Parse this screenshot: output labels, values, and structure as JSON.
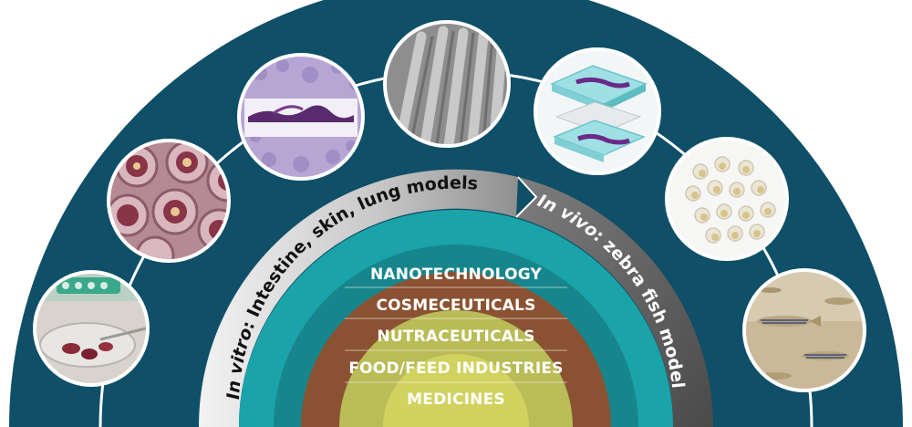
{
  "arc_labels": {
    "in_vitro_prefix": "In vitro",
    "in_vitro_rest": ": Intestine, skin, lung models",
    "in_vivo_prefix": "In vivo",
    "in_vivo_rest": ": zebra fish model"
  },
  "application_bands": [
    {
      "label": "NANOTECHNOLOGY",
      "color": "#1aa3a9"
    },
    {
      "label": "COSMECEUTICALS",
      "color": "#1aa3a9"
    },
    {
      "label": "NUTRACEUTICALS",
      "color": "#17868c"
    },
    {
      "label": "FOOD/FEED INDUSTRIES",
      "color": "#8a5232"
    },
    {
      "label": "MEDICINES",
      "color": "#b9bc57"
    }
  ],
  "photos": [
    {
      "name": "petri-dish-tissue-photo"
    },
    {
      "name": "well-plate-photo"
    },
    {
      "name": "histology-section-photo"
    },
    {
      "name": "electron-micrograph-photo"
    },
    {
      "name": "microfluidic-chip-photo"
    },
    {
      "name": "zebrafish-embryos-photo"
    },
    {
      "name": "zebrafish-adults-photo"
    }
  ],
  "colors": {
    "outer_ring": "#0f4f67",
    "accent_line": "#ffffff",
    "in_vitro_band": "#d4d4d4",
    "in_vivo_band": "#6a6a6a"
  }
}
